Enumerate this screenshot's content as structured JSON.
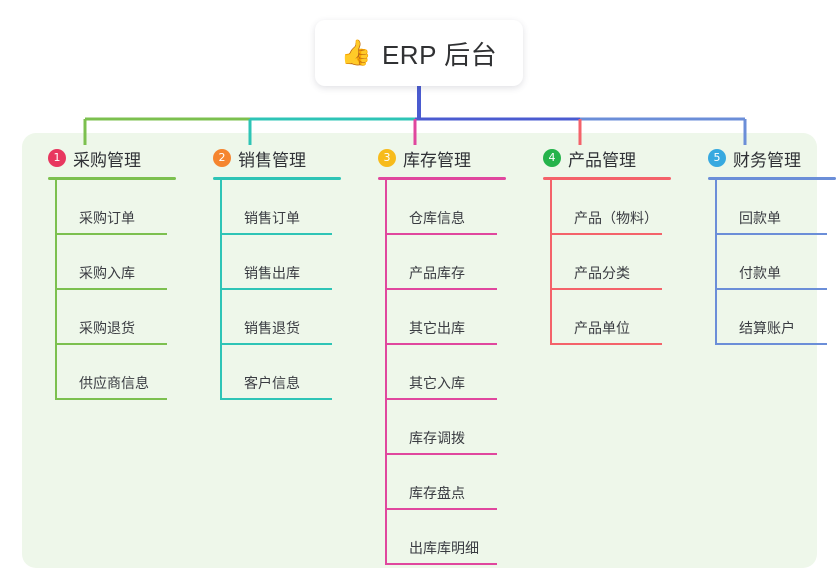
{
  "root": {
    "icon": "thumbs-up-icon",
    "emoji": "👍",
    "title": "ERP 后台"
  },
  "theme": {
    "panel_bg": "#eef7ea",
    "page_bg": "#ffffff",
    "stem_color": "#4a5bd0",
    "text_color": "#3a3c42"
  },
  "columns": [
    {
      "number": "1",
      "title": "采购管理",
      "badge_color": "#e8375f",
      "line_color": "#7cc04f",
      "items": [
        {
          "label": "采购订单"
        },
        {
          "label": "采购入库"
        },
        {
          "label": "采购退货"
        },
        {
          "label": "供应商信息"
        }
      ]
    },
    {
      "number": "2",
      "title": "销售管理",
      "badge_color": "#f5852f",
      "line_color": "#2ec4b6",
      "items": [
        {
          "label": "销售订单"
        },
        {
          "label": "销售出库"
        },
        {
          "label": "销售退货"
        },
        {
          "label": "客户信息"
        }
      ]
    },
    {
      "number": "3",
      "title": "库存管理",
      "badge_color": "#f7bb1c",
      "line_color": "#e0479e",
      "items": [
        {
          "label": "仓库信息"
        },
        {
          "label": "产品库存"
        },
        {
          "label": "其它出库"
        },
        {
          "label": "其它入库"
        },
        {
          "label": "库存调拨"
        },
        {
          "label": "库存盘点"
        },
        {
          "label": "出库库明细"
        }
      ]
    },
    {
      "number": "4",
      "title": "产品管理",
      "badge_color": "#25b34b",
      "line_color": "#f4626a",
      "items": [
        {
          "label": "产品（物料）"
        },
        {
          "label": "产品分类"
        },
        {
          "label": "产品单位"
        }
      ]
    },
    {
      "number": "5",
      "title": "财务管理",
      "badge_color": "#37a9e0",
      "line_color": "#6b8ed8",
      "items": [
        {
          "label": "回款单"
        },
        {
          "label": "付款单"
        },
        {
          "label": "结算账户"
        }
      ]
    }
  ]
}
